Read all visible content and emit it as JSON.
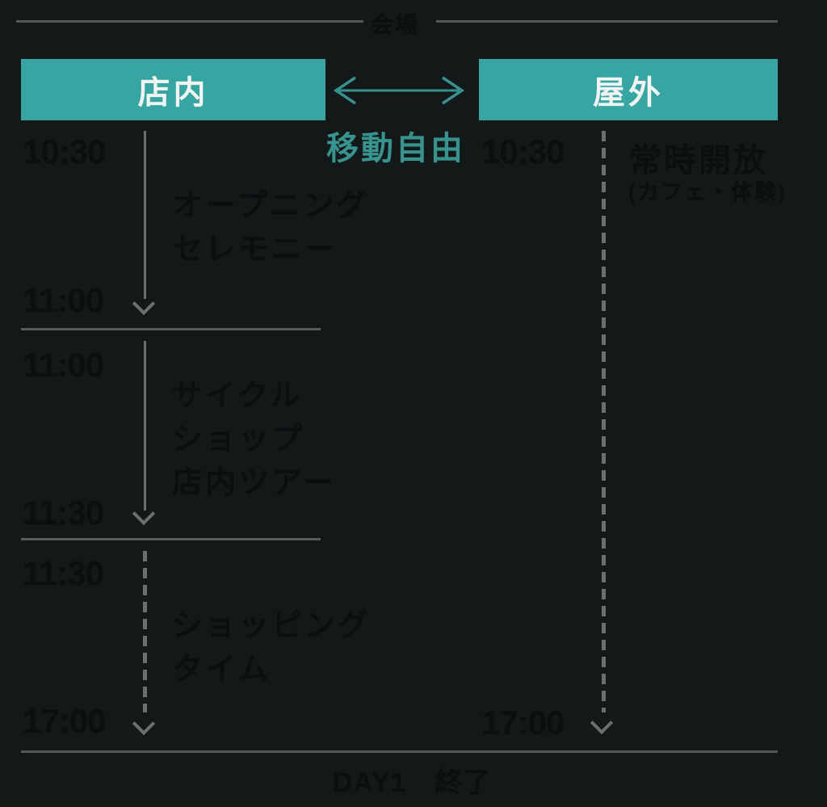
{
  "colors": {
    "background": "#121918",
    "accent_teal_box": "#37a5a2",
    "accent_teal_text": "#38928e",
    "line_gray": "#565d5c",
    "arrow_gray": "#6a706f",
    "dark_text": "#0a0f10",
    "white_text": "#f2f4f3"
  },
  "header": {
    "venue_label": "会場"
  },
  "transfer": {
    "label": "移動自由"
  },
  "columns": {
    "indoor": {
      "title": "店内",
      "events": [
        {
          "start": "10:30",
          "end": "11:00",
          "arrow": "solid",
          "lines": [
            "オープニング",
            "セレモニー"
          ]
        },
        {
          "start": "11:00",
          "end": "11:30",
          "arrow": "solid",
          "lines": [
            "サイクル",
            "ショップ",
            "店内ツアー"
          ]
        },
        {
          "start": "11:30",
          "end": "17:00",
          "arrow": "dashed",
          "lines": [
            "ショッピング",
            "タイム"
          ]
        }
      ]
    },
    "outdoor": {
      "title": "屋外",
      "start": "10:30",
      "end": "17:00",
      "arrow": "dashed",
      "label": "常時開放",
      "sublabel": "(カフェ・体験)"
    }
  },
  "footer": {
    "label": "DAY1　終了"
  }
}
